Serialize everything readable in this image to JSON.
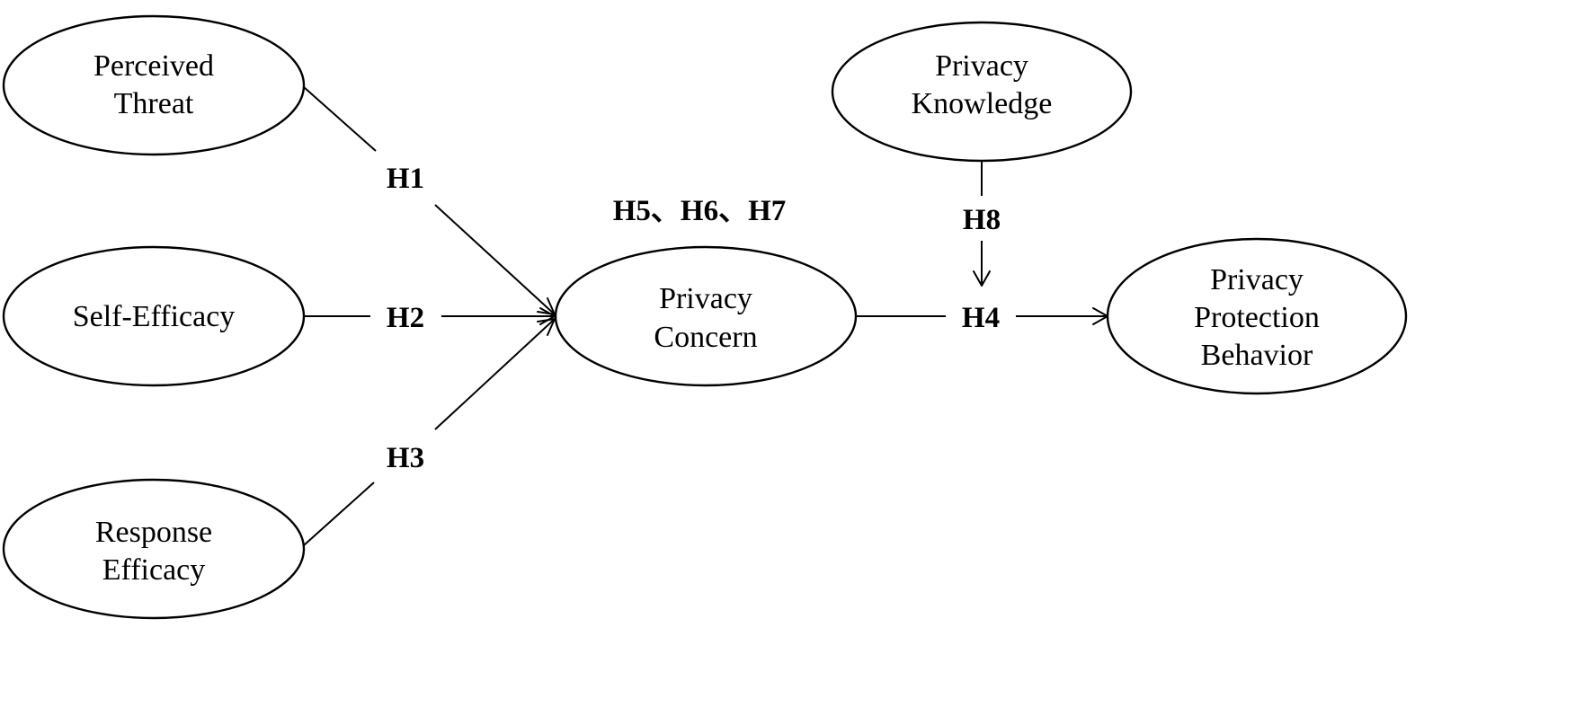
{
  "nodes": {
    "perceived_threat": {
      "line1": "Perceived",
      "line2": "Threat"
    },
    "self_efficacy": {
      "line1": "Self-Efficacy"
    },
    "response_efficacy": {
      "line1": "Response",
      "line2": "Efficacy"
    },
    "privacy_concern": {
      "line1": "Privacy",
      "line2": "Concern"
    },
    "privacy_knowledge": {
      "line1": "Privacy",
      "line2": "Knowledge"
    },
    "privacy_protection_behavior": {
      "line1": "Privacy",
      "line2": "Protection",
      "line3": "Behavior"
    }
  },
  "hypotheses": {
    "h1": "H1",
    "h2": "H2",
    "h3": "H3",
    "h4": "H4",
    "h567": "H5、H6、H7",
    "h8": "H8"
  }
}
